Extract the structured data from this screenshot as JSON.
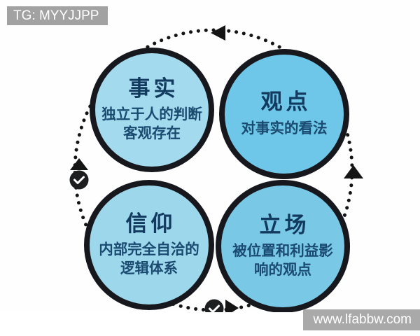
{
  "watermarks": {
    "top_left": "TG: MYYJJPP",
    "bottom_right": "www.lfabbw.com"
  },
  "colors": {
    "circle_border": "#16181d",
    "title_text": "#12395e",
    "sub_text": "#1a4a70",
    "ring_dots": "#141414",
    "watermark_bg": "#a4a4a4",
    "watermark_text": "#ffffff",
    "fills": {
      "fact": "#a3daee",
      "opinion": "#6ec7e8",
      "belief": "#9dd7ec",
      "stance": "#79c9e6"
    }
  },
  "diagram": {
    "type": "cycle",
    "nodes": [
      {
        "id": "fact",
        "title": "事实",
        "desc_line1": "独立于人的判断",
        "desc_line2": "客观存在"
      },
      {
        "id": "opinion",
        "title": "观点",
        "desc_line1": "对事实的看法",
        "desc_line2": ""
      },
      {
        "id": "belief",
        "title": "信仰",
        "desc_line1": "内部完全自洽的",
        "desc_line2": "逻辑体系"
      },
      {
        "id": "stance",
        "title": "立场",
        "desc_line1": "被位置和利益影",
        "desc_line2": "响的观点"
      }
    ]
  }
}
